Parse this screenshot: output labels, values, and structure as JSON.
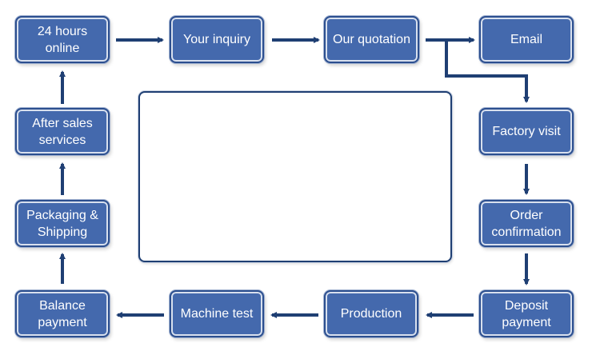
{
  "diagram": {
    "colors": {
      "box_fill": "#4469ad",
      "box_border": "#2c4f8f",
      "arrow": "#1f3f73",
      "text": "#ffffff",
      "background": "#ffffff"
    },
    "steps": {
      "hours_online": "24 hours\nonline",
      "your_inquiry": "Your inquiry",
      "our_quotation": "Our quotation",
      "email": "Email",
      "factory_visit": "Factory visit",
      "order_confirmation": "Order\nconfirmation",
      "deposit_payment": "Deposit\npayment",
      "production": "Production",
      "machine_test": "Machine test",
      "balance_payment": "Balance\npayment",
      "packaging_shipping": "Packaging &\nShipping",
      "after_sales": "After sales\nservices"
    },
    "flow": [
      [
        "hours_online",
        "your_inquiry"
      ],
      [
        "your_inquiry",
        "our_quotation"
      ],
      [
        "our_quotation",
        "email"
      ],
      [
        "our_quotation",
        "factory_visit"
      ],
      [
        "factory_visit",
        "order_confirmation"
      ],
      [
        "order_confirmation",
        "deposit_payment"
      ],
      [
        "deposit_payment",
        "production"
      ],
      [
        "production",
        "machine_test"
      ],
      [
        "machine_test",
        "balance_payment"
      ],
      [
        "balance_payment",
        "packaging_shipping"
      ],
      [
        "packaging_shipping",
        "after_sales"
      ],
      [
        "after_sales",
        "hours_online"
      ]
    ]
  }
}
